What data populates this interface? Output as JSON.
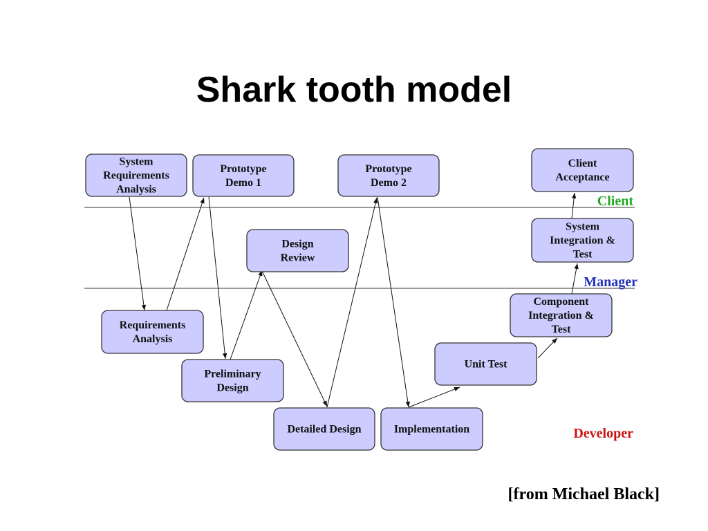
{
  "title": "Shark tooth model",
  "source": "[from Michael Black]",
  "colors": {
    "box_fill": "#ccccff",
    "box_stroke": "#333333",
    "client": "#22aa22",
    "manager": "#2233bb",
    "developer": "#cc1111"
  },
  "lanes": {
    "client": "Client",
    "manager": "Manager",
    "developer": "Developer"
  },
  "boxes": {
    "sys_req": [
      "System",
      "Requirements",
      "Analysis"
    ],
    "proto1": [
      "Prototype",
      "Demo 1"
    ],
    "proto2": [
      "Prototype",
      "Demo 2"
    ],
    "client_acc": [
      "Client",
      "Acceptance"
    ],
    "design_review": [
      "Design",
      "Review"
    ],
    "sys_int": [
      "System",
      "Integration &",
      "Test"
    ],
    "comp_int": [
      "Component",
      "Integration &",
      "Test"
    ],
    "req_analysis": [
      "Requirements",
      "Analysis"
    ],
    "unit_test": [
      "Unit Test"
    ],
    "prelim": [
      "Preliminary",
      "Design"
    ],
    "detailed": [
      "Detailed Design"
    ],
    "impl": [
      "Implementation"
    ]
  }
}
